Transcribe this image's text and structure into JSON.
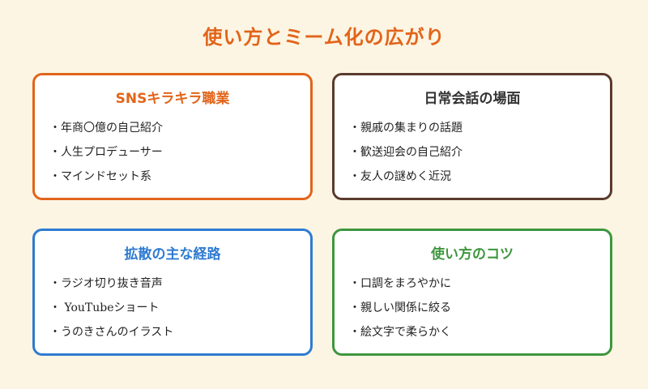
{
  "title": "使い方とミーム化の広がり",
  "cards": [
    {
      "title": "SNSキラキラ職業",
      "items": [
        "・年商〇億の自己紹介",
        "・人生プロデューサー",
        "・マインドセット系"
      ]
    },
    {
      "title": "日常会話の場面",
      "items": [
        "・親戚の集まりの話題",
        "・歓送迎会の自己紹介",
        "・友人の謎めく近況"
      ]
    },
    {
      "title": "拡散の主な経路",
      "items": [
        "・ラジオ切り抜き音声",
        "・ YouTubeショート",
        "・うのきさんのイラスト"
      ]
    },
    {
      "title": "使い方のコツ",
      "items": [
        "・口調をまろやかに",
        "・親しい関係に絞る",
        "・絵文字で柔らかく"
      ]
    }
  ],
  "colors": {
    "background": "#fcf5e3",
    "title": "#e2641a",
    "card1": "#e2641a",
    "card2": "#5b3a2e",
    "card3": "#2f7bd1",
    "card4": "#3d963e"
  }
}
